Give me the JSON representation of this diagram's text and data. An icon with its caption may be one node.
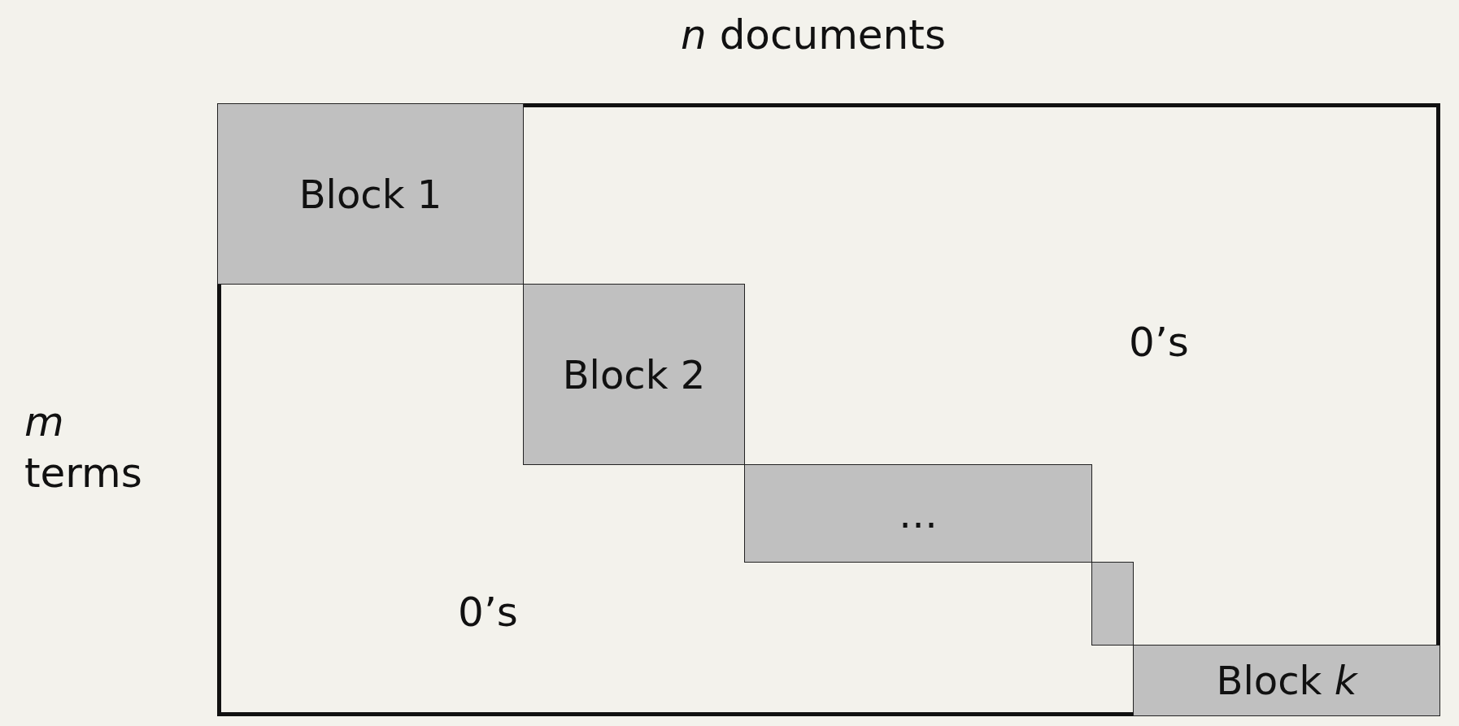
{
  "diagram": {
    "nodes": [
      {
        "text": [],
        "shape": "box"
      },
      {
        "text": [
          "Block 1"
        ],
        "in": 0
      },
      {
        "text": [
          "Block 2"
        ],
        "in": 0
      },
      {
        "text": [
          "…"
        ],
        "in": 0
      },
      {
        "text": [],
        "shape": "box",
        "in": 0
      },
      {
        "text": [
          "Block *k*"
        ],
        "in": 0
      }
    ],
    "edges": [],
    "labels": [
      "*n* documents",
      "*m* terms",
      "0’s",
      "0’s"
    ]
  }
}
